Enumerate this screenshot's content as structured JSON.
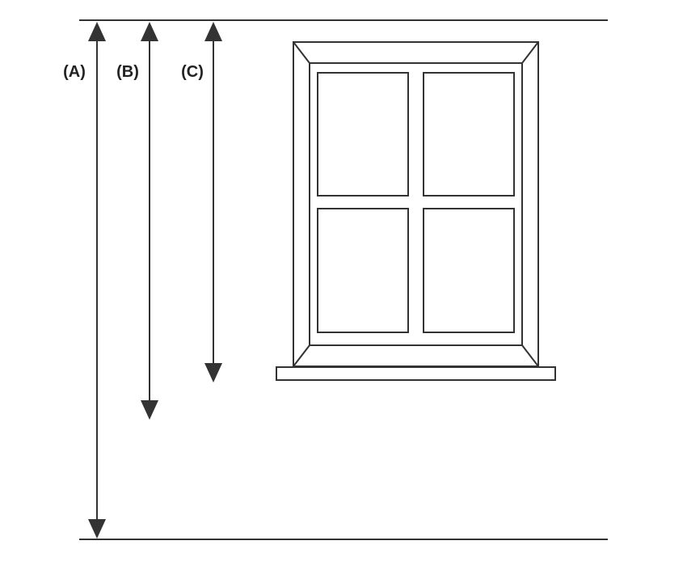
{
  "colors": {
    "line": "#333333",
    "background": "#ffffff"
  },
  "measurements": [
    {
      "label": "(A)"
    },
    {
      "label": "(B)"
    },
    {
      "label": "(C)"
    }
  ]
}
